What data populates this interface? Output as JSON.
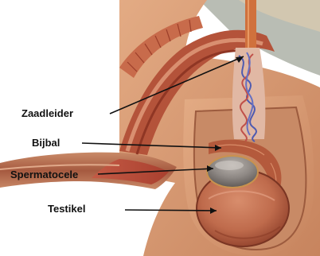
{
  "labels": {
    "zaadleider": "Zaadleider",
    "bijbal": "Bijbal",
    "spermatocele": "Spermatocele",
    "testikel": "Testikel"
  },
  "colors": {
    "background": "#ffffff",
    "skin": "#d99a72",
    "skin_dark": "#b8714d",
    "tissue": "#b65a3c",
    "muscle": "#a8442d",
    "tube_red": "#c2582f",
    "vessels_blue": "#5b64b0",
    "vessels_red": "#c0504a",
    "cyst": "#8f8a88",
    "label_text": "#111111",
    "leader_line": "#111111"
  }
}
